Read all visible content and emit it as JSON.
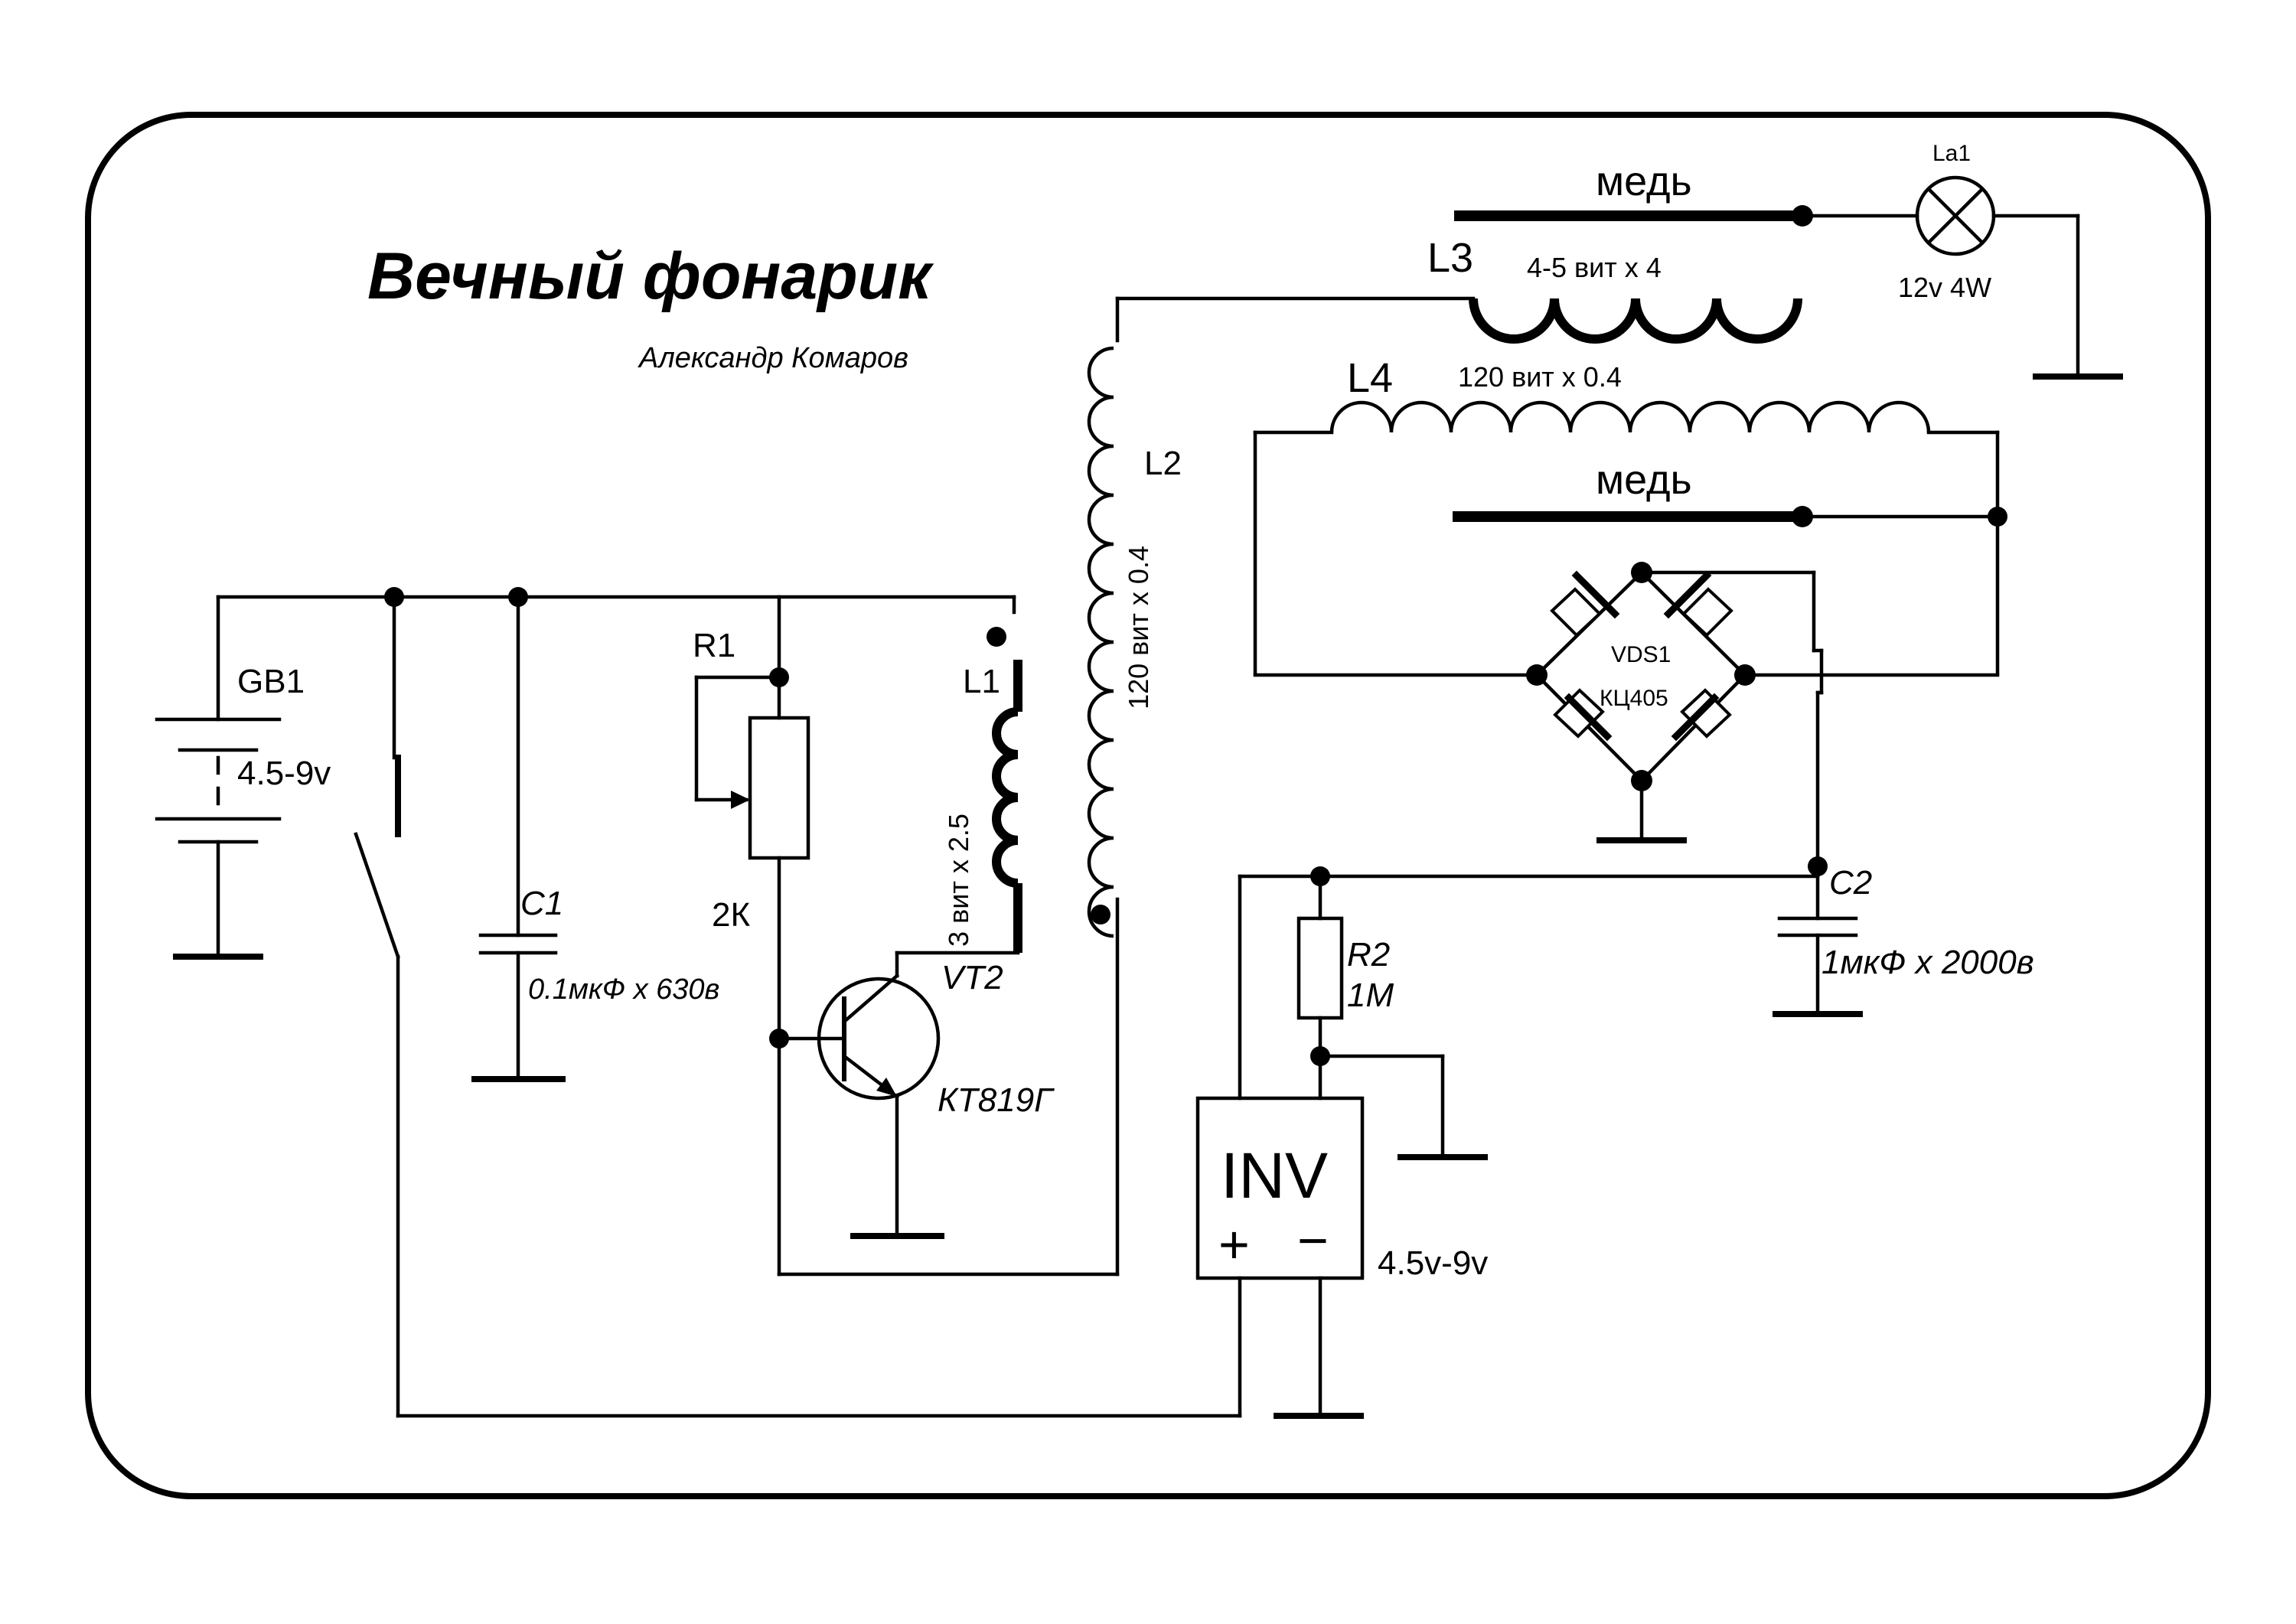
{
  "title": "Вечный фонарик",
  "author": "Александр Комаров",
  "battery": {
    "ref": "GB1",
    "value": "4.5-9v"
  },
  "c1": {
    "ref": "C1",
    "value": "0.1мкФ x 630в"
  },
  "r1": {
    "ref": "R1",
    "value": "2К"
  },
  "l1": {
    "ref": "L1",
    "spec": "3 вит x 2.5"
  },
  "l2": {
    "ref": "L2",
    "spec": "120 вит x 0.4"
  },
  "vt2": {
    "ref": "VT2",
    "value": "КТ819Г"
  },
  "l3": {
    "ref": "L3",
    "spec": "4-5 вит x 4"
  },
  "l4": {
    "ref": "L4",
    "spec": "120 вит x 0.4"
  },
  "copper_top": "медь",
  "copper_mid": "медь",
  "lamp": {
    "ref": "La1",
    "value": "12v 4W"
  },
  "vds1": {
    "ref": "VDS1",
    "value": "КЦ405"
  },
  "c2": {
    "ref": "C2",
    "value": "1мкФ x 2000в"
  },
  "r2": {
    "ref": "R2",
    "value": "1М"
  },
  "inv": {
    "label": "INV",
    "plus": "+",
    "minus": "−",
    "voltage": "4.5v-9v"
  }
}
